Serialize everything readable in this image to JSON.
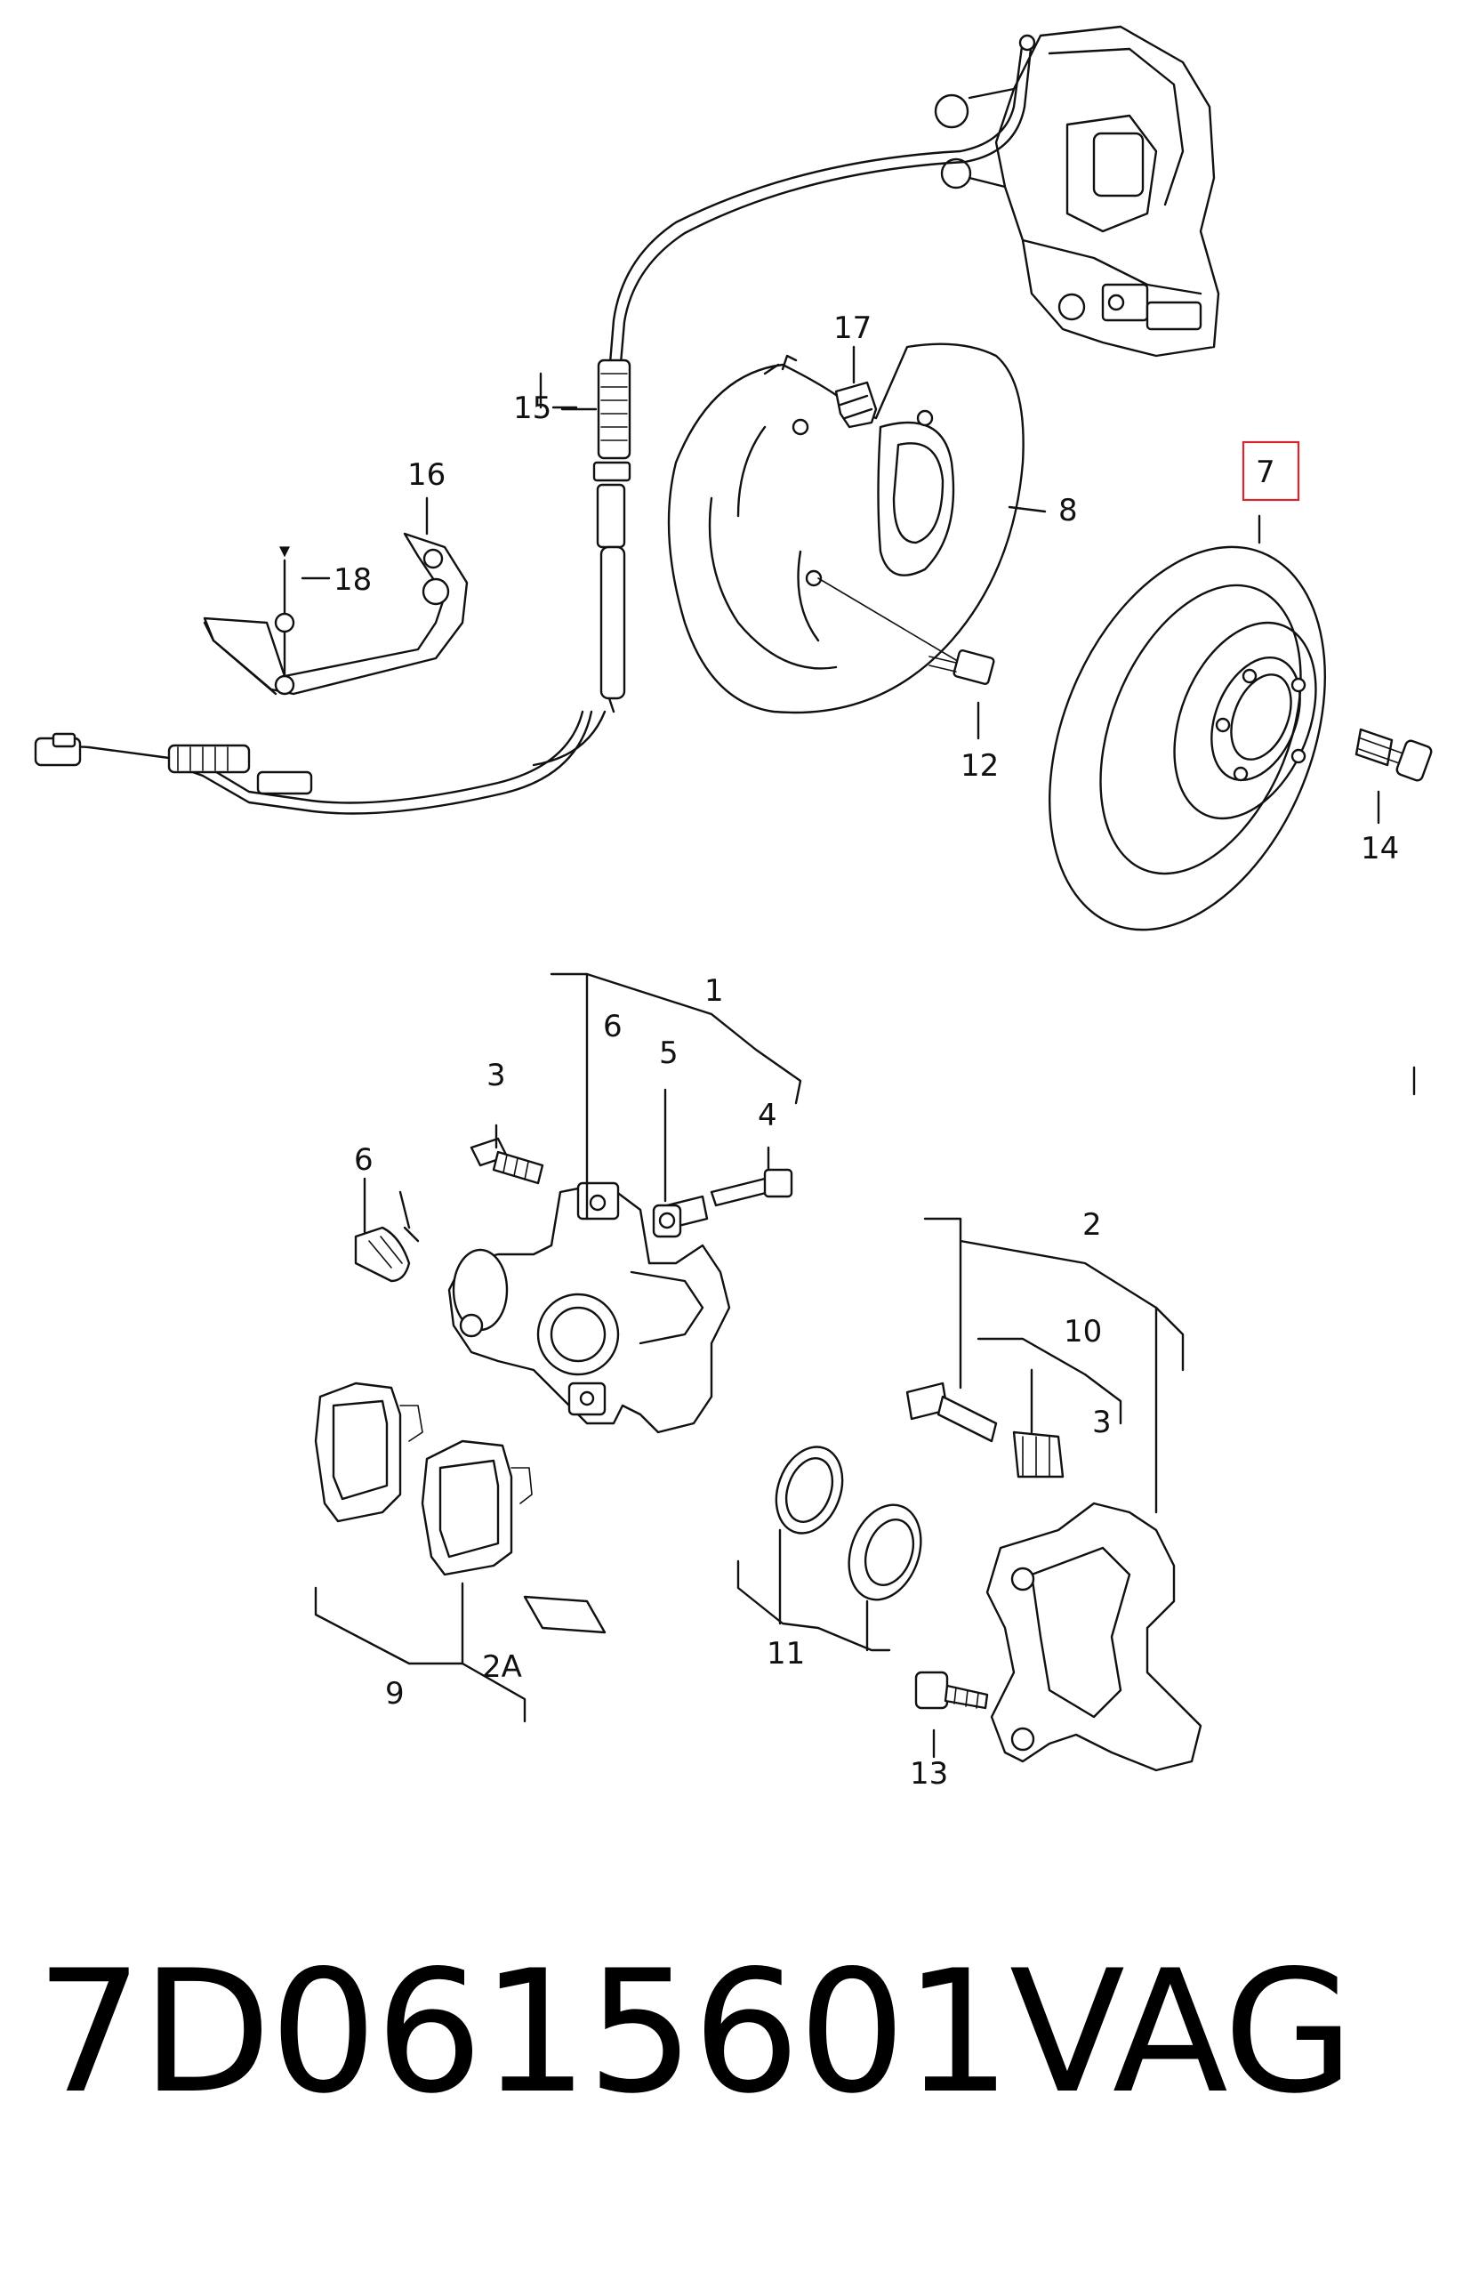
{
  "callouts": {
    "c1": "1",
    "c2": "2",
    "c2a": "2A",
    "c3a": "3",
    "c3b": "3",
    "c4": "4",
    "c5": "5",
    "c6a": "6",
    "c6b": "6",
    "c7": "7",
    "c8": "8",
    "c9": "9",
    "c10": "10",
    "c11": "11",
    "c12": "12",
    "c13": "13",
    "c14": "14",
    "c15": "15",
    "c16": "16",
    "c17": "17",
    "c18": "18"
  },
  "footer": {
    "part_number": "7D0615601",
    "brand": "VAG"
  },
  "colors": {
    "highlight": "#d7262e",
    "line": "#111111",
    "background": "#ffffff"
  }
}
